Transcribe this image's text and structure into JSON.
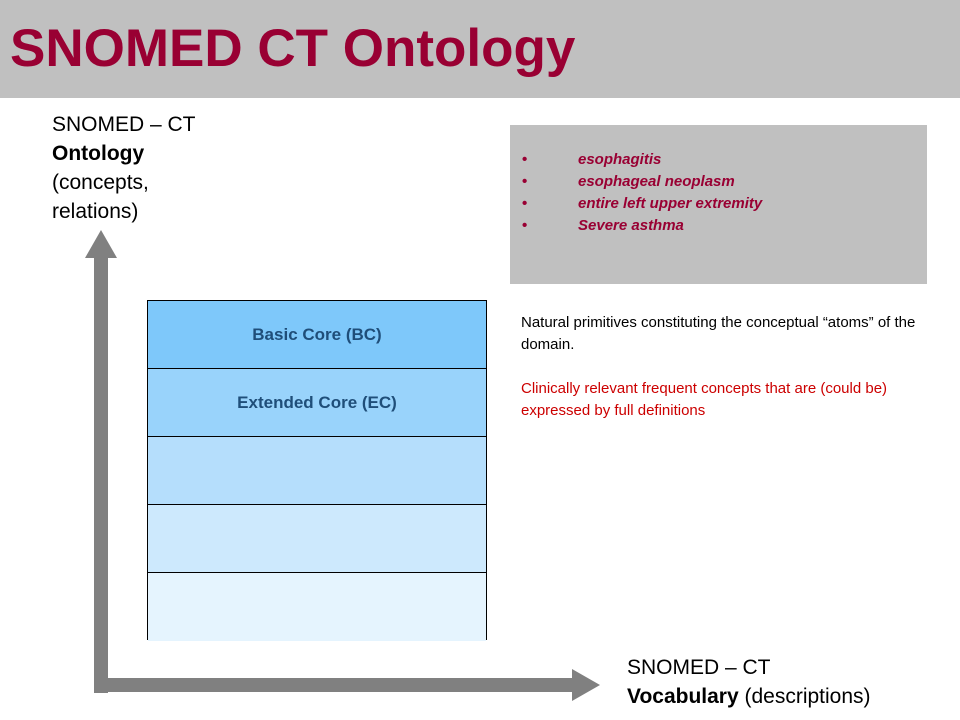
{
  "slide": {
    "title": "SNOMED CT Ontology"
  },
  "axis_top": {
    "line1": "SNOMED – CT",
    "line2": "Ontology",
    "line3": "(concepts,",
    "line4": "relations)"
  },
  "axis_bottom": {
    "line1": "SNOMED – CT",
    "bold": "Vocabulary",
    "rest": " (descriptions)"
  },
  "layers": [
    {
      "label": "Basic Core (BC)",
      "color": "#7ec8fa"
    },
    {
      "label": "Extended Core (EC)",
      "color": "#99d3fb"
    },
    {
      "label": "",
      "color": "#b5defc"
    },
    {
      "label": "",
      "color": "#cde9fd"
    },
    {
      "label": "",
      "color": "#e5f4fe"
    }
  ],
  "examples": {
    "bullet": "•",
    "items": [
      "esophagitis",
      "esophageal neoplasm",
      "entire left upper extremity",
      "Severe asthma"
    ]
  },
  "descriptions": {
    "basic_core": "Natural primitives constituting the conceptual “atoms” of the domain.",
    "extended_core": "Clinically relevant frequent concepts that are (could be) expressed by full definitions"
  },
  "colors": {
    "title": "#990033",
    "header_band": "#c0c0c0",
    "arrow": "#808080",
    "examples_text": "#990033",
    "extended_text": "#cc0000"
  }
}
